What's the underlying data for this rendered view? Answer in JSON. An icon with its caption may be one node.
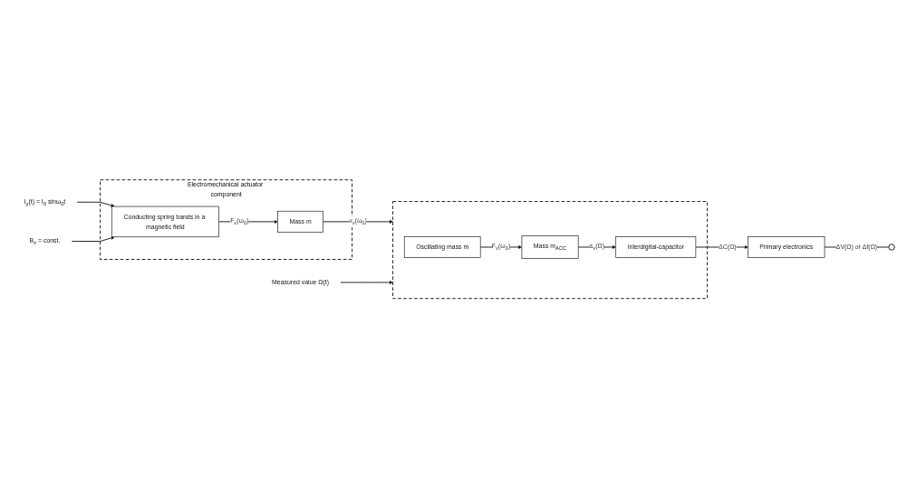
{
  "diagram": {
    "nodes": [
      {
        "text": [
          "I$_{y}$(t) = I$_{0}$ sinω$_{0}$t"
        ]
      },
      {
        "text": [
          "B$_{z}$ = const."
        ]
      },
      {
        "text": [
          "Electromechanical actuator component"
        ]
      },
      {
        "text": [
          "Conducting spring bands in a magnetic field"
        ],
        "in": 2
      },
      {
        "text": [
          "Mass m"
        ],
        "in": 2
      },
      {
        "text": [
          "Measured value Ω(t)"
        ]
      },
      {
        "text": [],
        "shape": "box"
      },
      {
        "text": [
          "Oscillating mass m"
        ],
        "in": 6
      },
      {
        "text": [
          "Mass m$_{ACC}$"
        ],
        "in": 6
      },
      {
        "text": [
          "Interdigital-capacitor"
        ],
        "in": 6
      },
      {
        "text": [
          "Primary electronics"
        ]
      },
      {
        "text": [],
        "shape": "circle"
      }
    ],
    "edges": [
      {
        "from": 0,
        "to": 3,
        "arrow": "to"
      },
      {
        "from": 1,
        "to": 3,
        "arrow": "to"
      },
      {
        "from": 3,
        "to": 4,
        "arrow": "to",
        "label": "F$_{x}$(ω$_{0}$)"
      },
      {
        "from": 4,
        "to": 6,
        "arrow": "to",
        "label": "v$_{x}$(ω$_{0}$)"
      },
      {
        "from": 5,
        "to": 6,
        "arrow": "to"
      },
      {
        "from": 7,
        "to": 8,
        "arrow": "to",
        "label": "F$_{v}$(ω$_{0}$)"
      },
      {
        "from": 8,
        "to": 9,
        "arrow": "to",
        "label": "s$_{v}$(Ω)"
      },
      {
        "from": 9,
        "to": 10,
        "arrow": "to",
        "label": "ΔC(Ω)"
      },
      {
        "from": 10,
        "to": 11,
        "arrow": "none",
        "label": "ΔV(Ω) or Δf(Ω)"
      }
    ]
  }
}
